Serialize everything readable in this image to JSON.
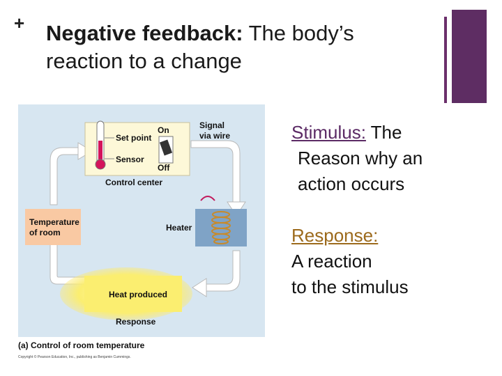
{
  "header": {
    "plus": "+",
    "title_bold": "Negative feedback:",
    "title_rest": " The body’s reaction to a change"
  },
  "accent": {
    "bar_color": "#5e2d63"
  },
  "stimulus": {
    "term": "Stimulus:",
    "line1": " The",
    "line2": "Reason why an",
    "line3": "action occurs"
  },
  "response": {
    "term": "Response:",
    "line1": "A reaction",
    "line2": "to the stimulus"
  },
  "diagram": {
    "set_point": "Set point",
    "sensor": "Sensor",
    "on": "On",
    "off": "Off",
    "control_center": "Control center",
    "signal_line1": "Signal",
    "signal_line2": "via wire",
    "temp_line1": "Temperature",
    "temp_line2": "of room",
    "heater": "Heater",
    "heat_produced": "Heat produced",
    "response": "Response",
    "caption": "(a) Control of room temperature",
    "copyright": "Copyright © Pearson Education, Inc., publishing as Benjamin Cummings.",
    "colors": {
      "background": "#d7e6f1",
      "panel": "#fdf8d8",
      "temp_box": "#f9c9a3",
      "heater_box": "#7fa3c6",
      "heat_glow": "#fbee70",
      "arrow": "#ffffff"
    }
  }
}
